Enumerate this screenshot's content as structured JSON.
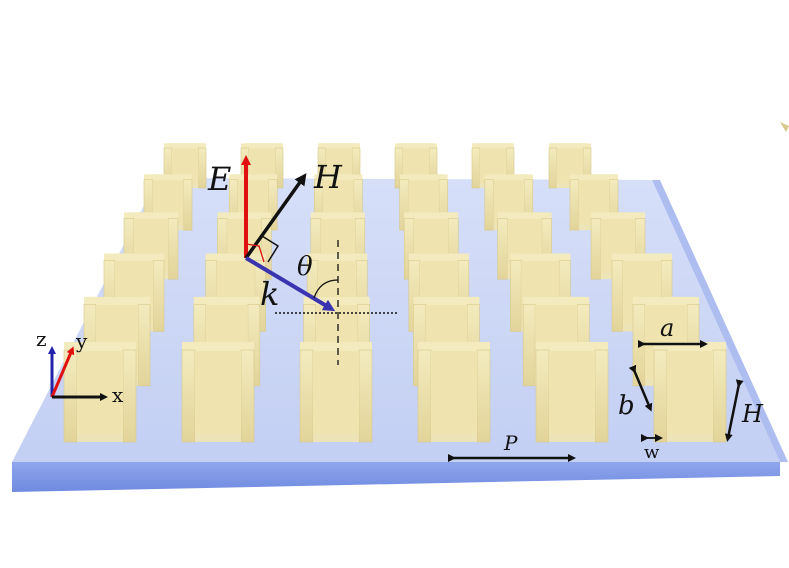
{
  "labels": {
    "E": "E",
    "H_field": "H",
    "k": "k",
    "theta": "θ",
    "a": "a",
    "b": "b",
    "H_height": "H",
    "w": "w",
    "P": "P",
    "x": "x",
    "y": "y",
    "z": "z"
  },
  "colors": {
    "substrate_top": "#c9d4f4",
    "substrate_front": "#7f99e8",
    "resonator": "#f0e6b2",
    "resonator_dark": "#d7c98a",
    "E_arrow": "#e01010",
    "H_arrow": "#111111",
    "k_arrow": "#3a34b0",
    "axis_x": "#111111",
    "axis_y": "#e01010",
    "axis_z": "#2222aa"
  },
  "array": {
    "rows": 6,
    "columns": 6,
    "element_shape": "U-shaped resonator"
  }
}
